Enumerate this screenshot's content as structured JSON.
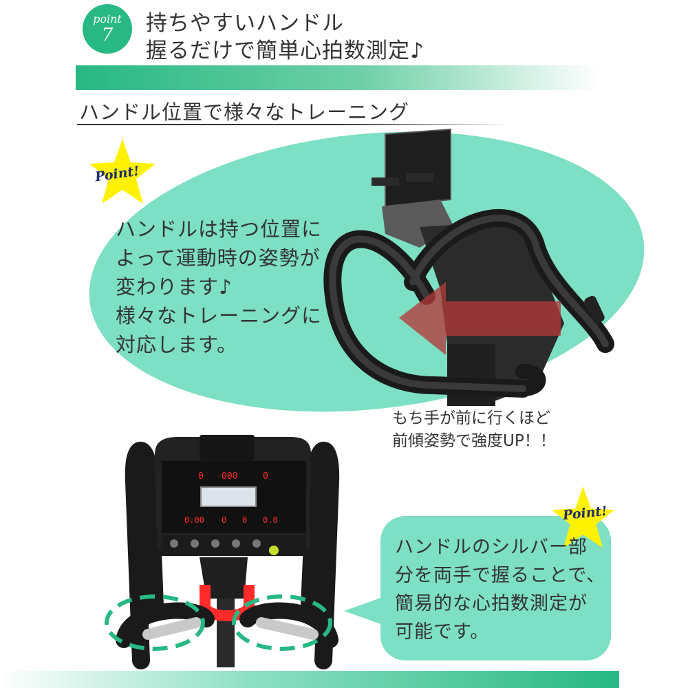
{
  "header": {
    "badge_word": "point",
    "badge_number": "7",
    "line1": "持ちやすいハンドル",
    "line2": "握るだけで簡単心拍数測定♪"
  },
  "section": {
    "title": "ハンドル位置で様々なトレーニング"
  },
  "callout1": {
    "label": "Point!",
    "lines": [
      "ハンドルは持つ位置に",
      "よって運動時の姿勢が",
      "変わります♪",
      "様々なトレーニングに",
      "対応します。"
    ]
  },
  "note": {
    "lines": [
      "もち手が前に行くほど",
      "前傾姿勢で強度UP！！"
    ]
  },
  "callout2": {
    "label": "Point!",
    "lines": [
      "ハンドルのシルバー部",
      "分を両手で握ることで、",
      "簡易的な心拍数測定が",
      "可能です。"
    ]
  },
  "console": {
    "top_readouts": [
      "0",
      "000",
      "0"
    ],
    "bottom_readouts": [
      "0.00",
      "0",
      "0",
      "0.0"
    ]
  },
  "colors": {
    "green": "#27b883",
    "mint": "#7ddfc3",
    "arrow": "#b33a3a",
    "star": "#fff200",
    "grip": "#ff2b2b"
  }
}
